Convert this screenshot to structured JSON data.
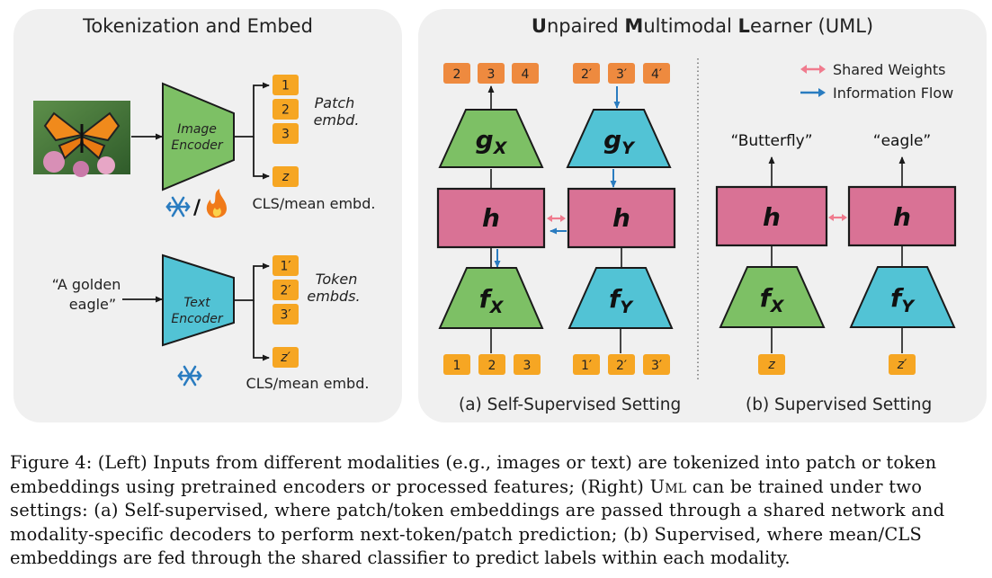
{
  "left_panel": {
    "title": "Tokenization and Embed",
    "image_encoder": {
      "line1": "Image",
      "line2": "Encoder"
    },
    "patch_tokens": [
      "1",
      "2",
      "3"
    ],
    "patch_label": {
      "line1": "Patch",
      "line2": "embd."
    },
    "image_cls_token": "z",
    "image_cls_label": "CLS/mean embd.",
    "frozen_or_trainable": {
      "icons": [
        "snowflake-icon",
        "fire-icon"
      ],
      "separator": "/"
    },
    "text_input": {
      "line1": "“A golden",
      "line2": "eagle”"
    },
    "text_encoder": {
      "line1": "Text",
      "line2": "Encoder"
    },
    "token_tokens": [
      "1′",
      "2′",
      "3′"
    ],
    "token_label": {
      "line1": "Token",
      "line2": "embds."
    },
    "text_cls_token": "z′",
    "text_cls_label": "CLS/mean embd."
  },
  "right_panel": {
    "title_parts": [
      {
        "text": "U",
        "bold": true
      },
      {
        "text": "npaired ",
        "bold": false
      },
      {
        "text": "M",
        "bold": true
      },
      {
        "text": "ultimodal ",
        "bold": false
      },
      {
        "text": "L",
        "bold": true
      },
      {
        "text": "earner (UML)",
        "bold": false
      }
    ],
    "legend": [
      {
        "label": "Shared Weights",
        "color": "#f07b8e",
        "icon": "double-arrow-icon"
      },
      {
        "label": "Information Flow",
        "color": "#2a7cc0",
        "icon": "arrow-icon"
      }
    ],
    "self_supervised": {
      "x_out": [
        "2",
        "3",
        "4"
      ],
      "y_out": [
        "2′",
        "3′",
        "4′"
      ],
      "decoder_x": {
        "base": "g",
        "sub": "X"
      },
      "decoder_y": {
        "base": "g",
        "sub": "Y"
      },
      "shared_h": "h",
      "encoder_x": {
        "base": "f",
        "sub": "X"
      },
      "encoder_y": {
        "base": "f",
        "sub": "Y"
      },
      "x_in": [
        "1",
        "2",
        "3"
      ],
      "y_in": [
        "1′",
        "2′",
        "3′"
      ],
      "caption": "(a) Self-Supervised Setting"
    },
    "supervised": {
      "label_x": "“Butterfly”",
      "label_y": "“eagle”",
      "shared_h": "h",
      "encoder_x": {
        "base": "f",
        "sub": "X"
      },
      "encoder_y": {
        "base": "f",
        "sub": "Y"
      },
      "input_x": "z",
      "input_y": "z′",
      "caption": "(b) Supervised Setting"
    }
  },
  "colors": {
    "panel_bg": "#f0f0f0",
    "token_orange": "#f6a623",
    "out_orange": "#ee8a3f",
    "encoder_green": "#7dc065",
    "decoder_cyan": "#52c3d5",
    "shared_pink": "#d97295",
    "arrow_blue": "#2a7cc0"
  },
  "caption": {
    "line1": "Figure 4: (Left) Inputs from different modalities (e.g., images or text) are tokenized into patch or token",
    "line2a": "embeddings using pretrained encoders or processed features; (Right) ",
    "line2_sc": "Uml",
    "line2b": " can be trained under two",
    "line3": "settings: (a) Self-supervised, where patch/token embeddings are passed through a shared network and",
    "line4": "modality-specific decoders to perform next-token/patch prediction; (b) Supervised, where mean/CLS",
    "line5": "embeddings are fed through the shared classifier to predict labels within each modality."
  }
}
